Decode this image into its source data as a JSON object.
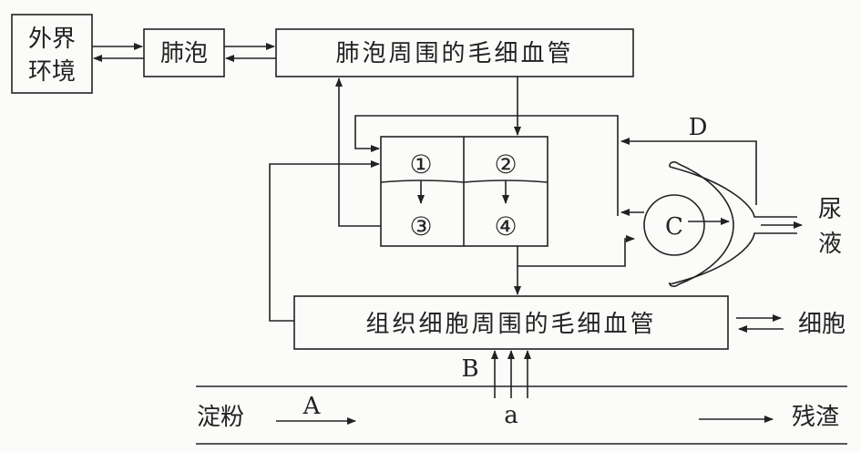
{
  "nodes": {
    "outside": {
      "line1": "外界",
      "line2": "环境"
    },
    "alveoli": "肺泡",
    "alveolar_capillary": "肺泡周围的毛细血管",
    "tissue_capillary": "组织细胞周围的毛细血管",
    "cells": "细胞",
    "urine": {
      "line1": "尿",
      "line2": "液"
    },
    "kidney_c": "C"
  },
  "heart": {
    "chamber1": "①",
    "chamber2": "②",
    "chamber3": "③",
    "chamber4": "④"
  },
  "labels": {
    "d": "D",
    "b": "B",
    "a_lower": "a",
    "a_upper": "A",
    "starch": "淀粉",
    "residue": "残渣"
  }
}
